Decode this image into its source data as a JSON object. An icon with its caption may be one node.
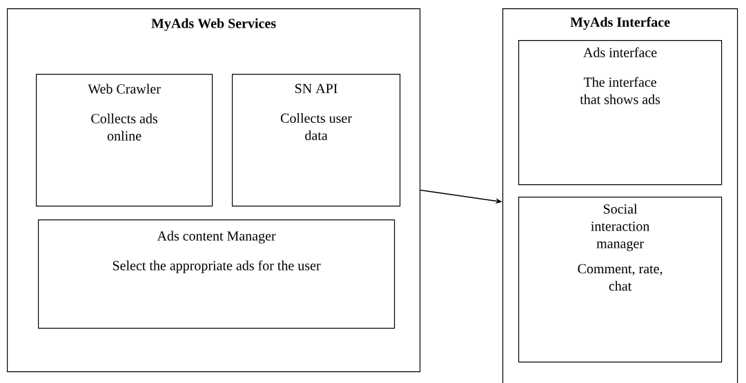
{
  "diagram": {
    "nodes": [
      {
        "text": [
          "MyAds Web Services"
        ]
      },
      {
        "text": [
          "Web Crawler",
          "Collects ads online"
        ],
        "in": 0
      },
      {
        "text": [
          "SN API",
          "Collects user data"
        ],
        "in": 0
      },
      {
        "text": [
          "Ads content Manager",
          "Select the appropriate ads for the user"
        ],
        "in": 0
      },
      {
        "text": [
          "MyAds Interface"
        ]
      },
      {
        "text": [
          "Ads interface",
          "The interface that shows ads"
        ],
        "in": 4
      },
      {
        "text": [
          "Social interaction manager",
          "Comment, rate, chat"
        ],
        "in": 4
      }
    ],
    "edges": [
      {
        "from": 0,
        "to": 4,
        "arrow": "to"
      }
    ]
  }
}
